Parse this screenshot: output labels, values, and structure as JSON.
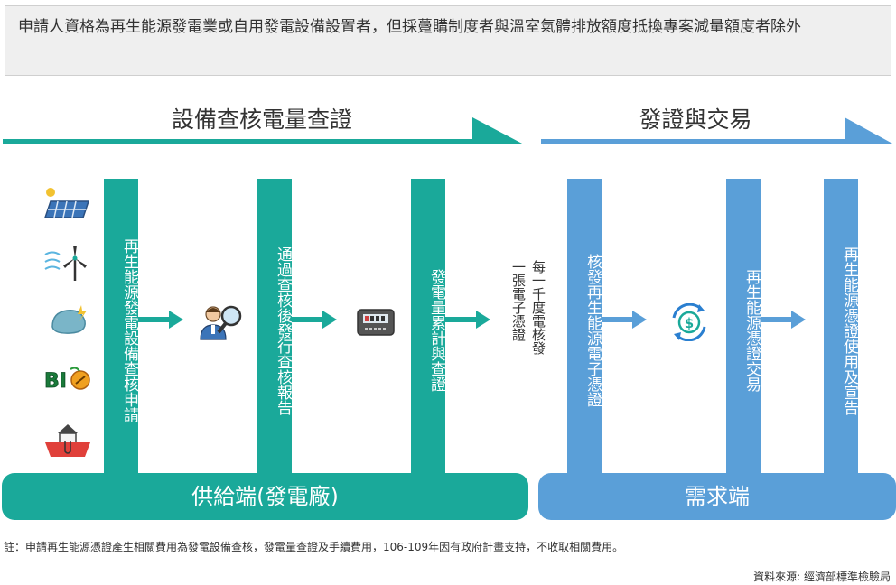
{
  "intro": {
    "text": "申請人資格為再生能源發電業或自用發電設備設置者，但採躉購制度者與溫室氣體排放額度抵換專案減量額度者除外"
  },
  "sections": {
    "left_title": "設備查核電量查證",
    "right_title": "發證與交易"
  },
  "steps": {
    "s1": "再生能源發電設備查核申請",
    "s2": "通過查核後發行查核報告",
    "s3": "發電量累計與查證",
    "side_note_col1": "每一千度電核發",
    "side_note_col2": "一張電子憑證",
    "s4": "核發再生能源電子憑證",
    "s5": "再生能源憑證交易",
    "s6": "再生能源憑證使用及宣告"
  },
  "platforms": {
    "supply": "供給端(發電廠)",
    "demand": "需求端"
  },
  "icons": {
    "solar": "solar-panel-icon",
    "wind": "wind-turbine-icon",
    "geothermal": "geothermal-rock-icon",
    "bio": "bio-energy-icon",
    "hydro": "hydro-station-icon",
    "inspector": "inspector-magnifier-icon",
    "meter": "power-meter-icon",
    "exchange": "currency-exchange-icon"
  },
  "colors": {
    "green": "#1aa99a",
    "blue": "#5a9fd8"
  },
  "footer": {
    "note": "註：申請再生能源憑證產生相關費用為發電設備查核，發電量查證及手續費用，106-109年因有政府計畫支持，不收取相關費用。",
    "source": "資料來源: 經濟部標準檢驗局"
  }
}
